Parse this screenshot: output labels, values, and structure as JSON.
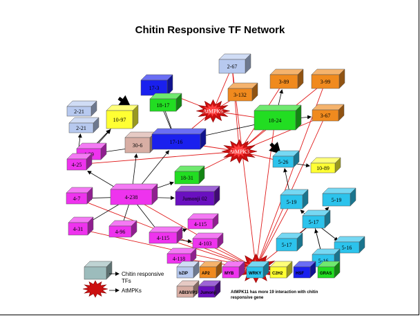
{
  "title": "Chitin Responsive TF Network",
  "colors": {
    "lightblue": "#b7c9ef",
    "yellow": "#ffff33",
    "magenta": "#ee33ee",
    "blue": "#1a20ee",
    "green": "#22dd22",
    "orange": "#f08a1e",
    "pink": "#d8aea4",
    "cyan": "#2cc3ec",
    "purple": "#6a10c0",
    "gray": "#9cbcbc",
    "red": "#e01818",
    "arrow": "#000000"
  },
  "nodes": [
    {
      "id": "n2-21a",
      "label": "2-21",
      "color": "lightblue"
    },
    {
      "id": "n2-21b",
      "label": "2-21",
      "color": "lightblue"
    },
    {
      "id": "n10-97",
      "label": "10-97",
      "color": "yellow"
    },
    {
      "id": "n17-3",
      "label": "17-3",
      "color": "blue"
    },
    {
      "id": "n18-17",
      "label": "18-17",
      "color": "green"
    },
    {
      "id": "n2-67",
      "label": "2-67",
      "color": "lightblue"
    },
    {
      "id": "n3-132",
      "label": "3-132",
      "color": "orange"
    },
    {
      "id": "n3-89",
      "label": "3-89",
      "color": "orange"
    },
    {
      "id": "n3-99",
      "label": "3-99",
      "color": "orange"
    },
    {
      "id": "n3-67",
      "label": "3-67",
      "color": "orange"
    },
    {
      "id": "n18-24",
      "label": "18-24",
      "color": "green"
    },
    {
      "id": "n4-29",
      "label": "4-29",
      "color": "magenta"
    },
    {
      "id": "n30-6",
      "label": "30-6",
      "color": "pink"
    },
    {
      "id": "n17-16",
      "label": "17-16",
      "color": "blue"
    },
    {
      "id": "n4-25",
      "label": "4-25",
      "color": "magenta"
    },
    {
      "id": "n5-26",
      "label": "5-26",
      "color": "cyan"
    },
    {
      "id": "n10-89",
      "label": "10-89",
      "color": "yellow"
    },
    {
      "id": "n18-31",
      "label": "18-31",
      "color": "green"
    },
    {
      "id": "n4-238",
      "label": "4-238",
      "color": "magenta"
    },
    {
      "id": "nJumonji02",
      "label": "Jumonji 02",
      "color": "purple"
    },
    {
      "id": "n4-7",
      "label": "4-7",
      "color": "magenta"
    },
    {
      "id": "n5-19a",
      "label": "5-19",
      "color": "cyan"
    },
    {
      "id": "n5-19b",
      "label": "5-19",
      "color": "cyan"
    },
    {
      "id": "n4-115a",
      "label": "4-115",
      "color": "magenta"
    },
    {
      "id": "n4-31",
      "label": "4-31",
      "color": "magenta"
    },
    {
      "id": "n4-96",
      "label": "4-96",
      "color": "magenta"
    },
    {
      "id": "n4-115b",
      "label": "4-115",
      "color": "magenta"
    },
    {
      "id": "n5-17a",
      "label": "5-17",
      "color": "cyan"
    },
    {
      "id": "n4-103",
      "label": "4-103",
      "color": "magenta"
    },
    {
      "id": "n5-17b",
      "label": "5-17",
      "color": "cyan"
    },
    {
      "id": "n5-16a",
      "label": "5-16",
      "color": "cyan"
    },
    {
      "id": "n4-118",
      "label": "4-118",
      "color": "magenta"
    },
    {
      "id": "n5-16b",
      "label": "5-16",
      "color": "cyan"
    }
  ],
  "kinases": [
    {
      "id": "AtMPK6",
      "label": "AtMPK6"
    },
    {
      "id": "AtMPK3",
      "label": "AtMPK3"
    },
    {
      "id": "AtMPK11",
      "label": "AtMPK11"
    }
  ],
  "legend": {
    "tf_label": "Chitin responsive TFs",
    "tf_line1": "Chitin responsive",
    "tf_line2": "TFs",
    "mpk_label": "AtMPKs",
    "families": [
      {
        "label": "bZIP",
        "color": "lightblue"
      },
      {
        "label": "AP2",
        "color": "orange"
      },
      {
        "label": "MYB",
        "color": "magenta"
      },
      {
        "label": "WRKY",
        "color": "cyan"
      },
      {
        "label": "C2H2",
        "color": "yellow"
      },
      {
        "label": "HSF",
        "color": "blue"
      },
      {
        "label": "GRAS",
        "color": "green"
      },
      {
        "label": "ABI3/VP1",
        "color": "pink"
      },
      {
        "label": "Jumonji",
        "color": "purple"
      }
    ],
    "note_line1": "AtMPK11 has more 19 interaction with chitin",
    "note_line2": "responsive gene"
  }
}
